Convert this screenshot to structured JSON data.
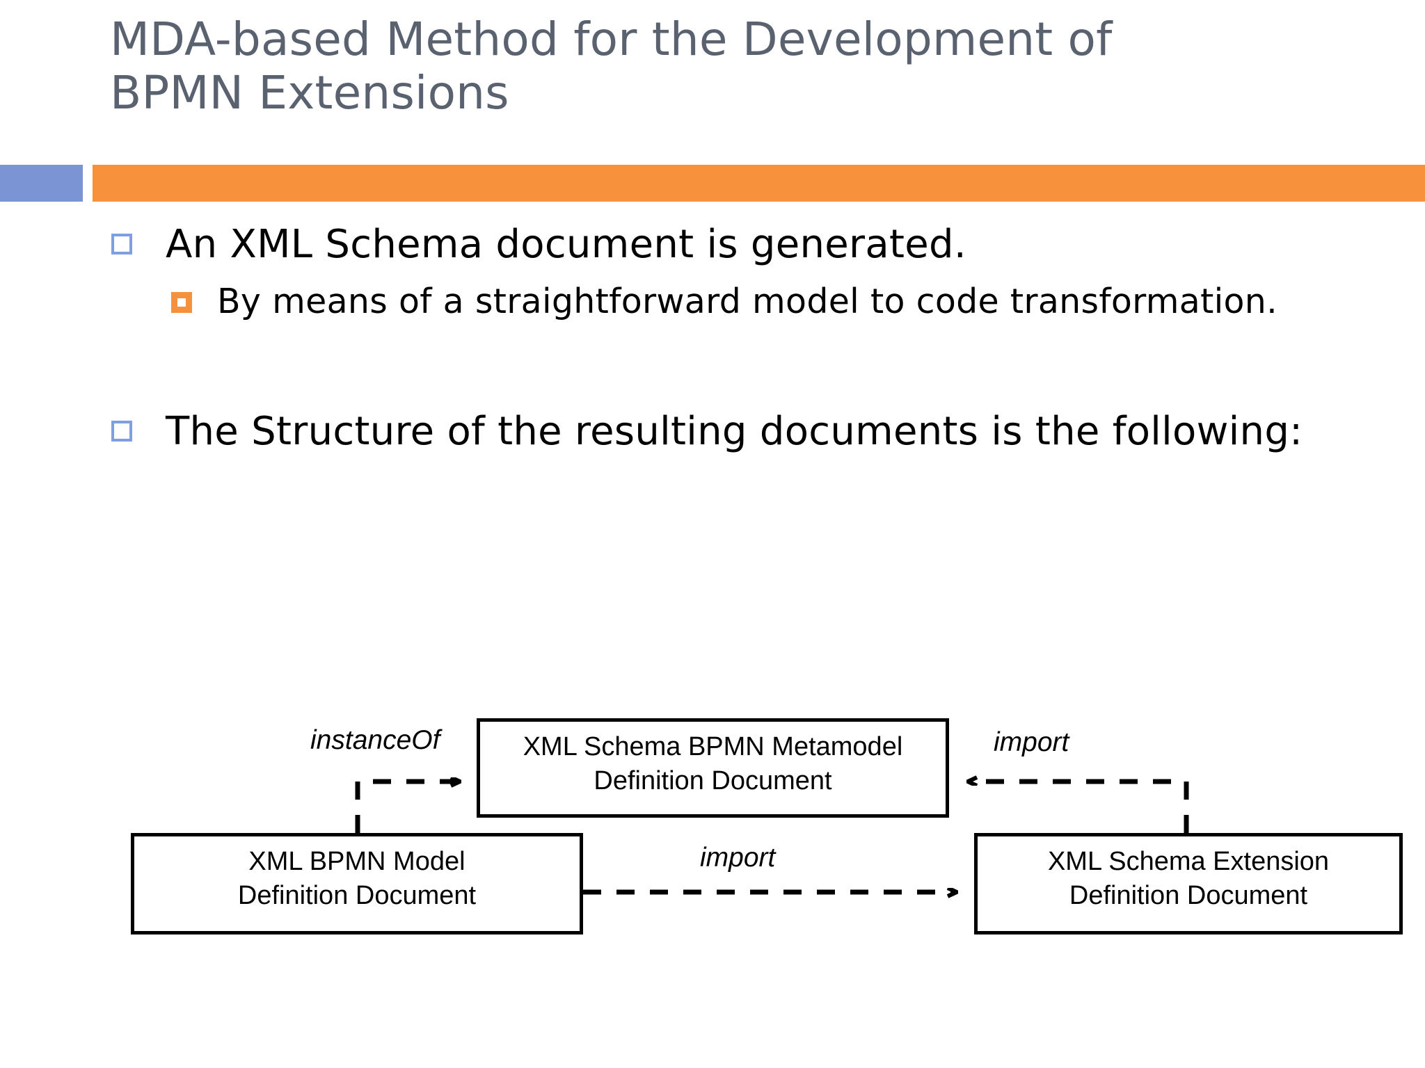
{
  "slide": {
    "title_lines": [
      "MDA-based Method for the Development of",
      "BPMN Extensions"
    ],
    "title_color": "#5a6270",
    "accent_blue": "#7b95d4",
    "accent_orange": "#f8913c",
    "background": "#ffffff"
  },
  "body": {
    "bullets": [
      {
        "level": 1,
        "marker": "hollow-square-blue-bullet",
        "text": "An XML Schema document is generated."
      },
      {
        "level": 2,
        "marker": "orange-square-bullet",
        "text": "By means of a straightforward model to code transformation."
      },
      {
        "level": 1,
        "marker": "hollow-square-blue-bullet",
        "text": "The Structure of the resulting documents is the following:"
      }
    ]
  },
  "diagram": {
    "type": "box-and-arrow",
    "nodes": [
      {
        "id": "metamodel",
        "label": "XML Schema BPMN Metamodel\nDefinition Document"
      },
      {
        "id": "bpmn-model",
        "label": "XML BPMN Model\nDefinition Document"
      },
      {
        "id": "extension",
        "label": "XML Schema Extension\nDefinition Document"
      }
    ],
    "edges": [
      {
        "id": "instanceof",
        "label": "instanceOf",
        "from": "bpmn-model",
        "to": "metamodel",
        "style": "dashed-arrow"
      },
      {
        "id": "import-right",
        "label": "import",
        "from": "extension",
        "to": "metamodel",
        "style": "dashed-arrow"
      },
      {
        "id": "import-mid",
        "label": "import",
        "from": "bpmn-model",
        "to": "extension",
        "style": "dashed-arrow"
      }
    ]
  }
}
